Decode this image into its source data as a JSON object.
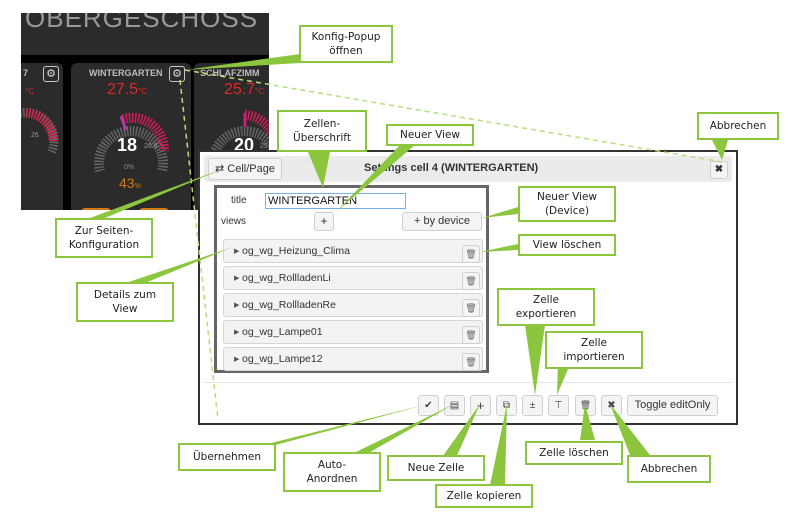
{
  "dashboard": {
    "header_title": "OBERGESCHOSS",
    "tiles": [
      {
        "name": "7",
        "temperature": "",
        "unit": "°C",
        "setpoint": "",
        "max": "26",
        "humidity": ""
      },
      {
        "name": "WINTERGARTEN",
        "temperature": "27.5",
        "unit": "°C",
        "setpoint": "18",
        "max": "26.8",
        "valve": "0%",
        "humidity": "43",
        "humidity_unit": "%"
      },
      {
        "name": "SCHLAFZIMM",
        "temperature": "25.7",
        "unit": "°C",
        "setpoint": "20",
        "max": "25"
      }
    ]
  },
  "dialog": {
    "cellpage_label": "Cell/Page",
    "title": "Settings cell 4 (WINTERGARTEN)",
    "close_glyph": "✖",
    "form": {
      "title_label": "title",
      "title_value": "WINTERGARTEN",
      "views_label": "views",
      "add_view_label": "+",
      "by_device_label": "+ by device"
    },
    "views": [
      {
        "name": "og_wg_Heizung_Clima"
      },
      {
        "name": "og_wg_RollladenLi"
      },
      {
        "name": "og_wg_RollladenRe"
      },
      {
        "name": "og_wg_Lampe01"
      },
      {
        "name": "og_wg_Lampe12"
      }
    ],
    "toolbar": {
      "apply_glyph": "✔",
      "arrange_glyph": "▤",
      "new_cell_glyph": "+",
      "copy_glyph": "⧉",
      "export_glyph": "±",
      "import_glyph": "⊤",
      "delete_glyph": "🗑",
      "cancel_glyph": "✖",
      "toggle_label": "Toggle editOnly"
    }
  },
  "callouts": {
    "konfig_popup": "Konfig-Popup\nöffnen",
    "zellen_ueberschrift": "Zellen-\nÜberschrift",
    "neuer_view": "Neuer View",
    "abbrechen_top": "Abbrechen",
    "neuer_view_device": "Neuer View\n(Device)",
    "view_loeschen": "View löschen",
    "zur_seiten_konfig": "Zur Seiten-\nKonfiguration",
    "details_view": "Details zum\nView",
    "zelle_exportieren": "Zelle\nexportieren",
    "zelle_importieren": "Zelle\nimportieren",
    "uebernehmen": "Übernehmen",
    "auto_anordnen": "Auto-\nAnordnen",
    "neue_zelle": "Neue Zelle",
    "zelle_kopieren": "Zelle kopieren",
    "zelle_loeschen": "Zelle löschen",
    "abbrechen_bottom": "Abbrechen"
  },
  "colors": {
    "annotation": "#8cc63f",
    "temperature": "#e2262c",
    "humidity": "#d17b12",
    "tile_bg": "#2b2b2b"
  }
}
